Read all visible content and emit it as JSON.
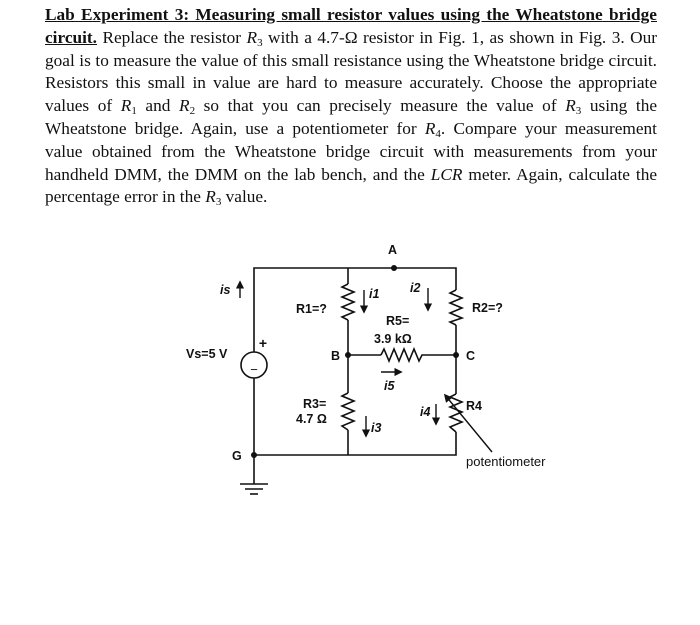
{
  "document": {
    "heading_line1": "Lab Experiment 3: Measuring small resistor values using the Wheatstone",
    "heading_line2": "bridge circuit.",
    "seg1": " Replace the resistor ",
    "r3_sym": "R",
    "r3_sub": "3",
    "seg2": " with a 4.7-Ω resistor in Fig. 1, as shown in Fig. 3. Our goal is to measure the value of this small resistance using the Wheatstone bridge circuit. Resistors this small in value are hard to measure accurately. Choose the appropriate values of ",
    "r1_sym": "R",
    "r1_sub": "1",
    "seg3": " and ",
    "r2_sym": "R",
    "r2_sub": "2",
    "seg4": " so that you can precisely measure the value of ",
    "r3b_sym": "R",
    "r3b_sub": "3",
    "seg5": " using the Wheatstone bridge. Again, use a potentiometer for ",
    "r4_sym": "R",
    "r4_sub": "4",
    "seg6": ". Compare your measurement value obtained from the Wheatstone bridge circuit with measurements from your handheld DMM, the DMM on the lab bench, and the ",
    "lcr": "LCR",
    "seg7": " meter. Again, calculate the percentage error in the ",
    "r3c_sym": "R",
    "r3c_sub": "3",
    "seg8": " value."
  },
  "circuit": {
    "node_a": "A",
    "node_b": "B",
    "node_c": "C",
    "node_g": "G",
    "source_label": "Vs=5 V",
    "plus_sign": "+",
    "minus_sign": "−",
    "is_label": "is",
    "i1_label": "i1",
    "i2_label": "i2",
    "i3_label": "i3",
    "i4_label": "i4",
    "i5_label": "i5",
    "r1_label": "R1=?",
    "r2_label": "R2=?",
    "r3_label_line1": "R3=",
    "r3_label_line2": "4.7 Ω",
    "r5_label_line1": "R5=",
    "r5_label_line2": "3.9 kΩ",
    "r4_label": "R4",
    "pot_label": "potentiometer"
  }
}
